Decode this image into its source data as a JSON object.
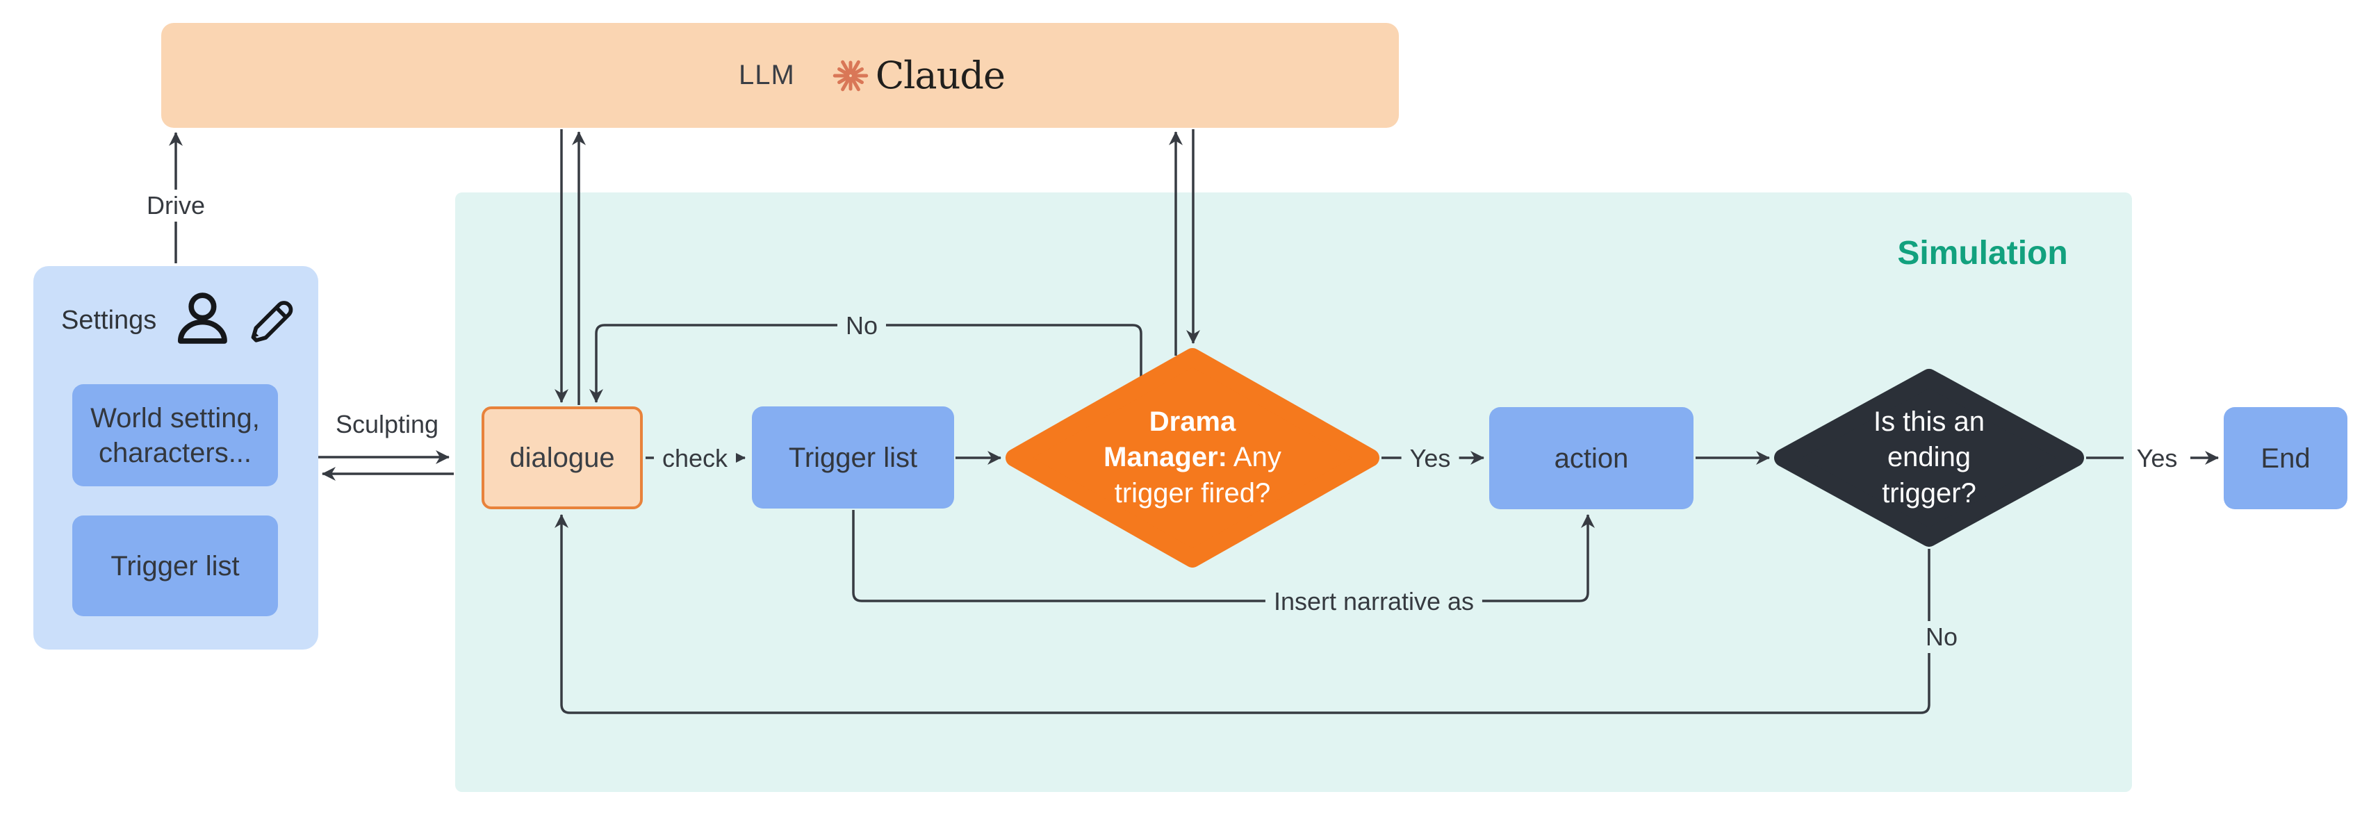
{
  "llm_bar": {
    "label": "LLM",
    "brand": "Claude"
  },
  "settings": {
    "title": "Settings",
    "item1": "World setting, characters...",
    "item2": "Trigger list"
  },
  "simulation": {
    "title": "Simulation"
  },
  "nodes": {
    "dialogue": "dialogue",
    "trigger_list": "Trigger list",
    "drama_manager_bold": "Drama Manager:",
    "drama_manager_rest": "Any trigger fired?",
    "action": "action",
    "ending_question": "Is this an ending trigger?",
    "end": "End"
  },
  "edges": {
    "drive": "Drive",
    "sculpting": "Sculpting",
    "check": "check",
    "no_top": "No",
    "yes_drama": "Yes",
    "insert_narrative": "Insert narrative as",
    "no_bottom": "No",
    "yes_end": "Yes"
  },
  "colors": {
    "llm_bar_bg": "#FAD5B2",
    "settings_bg": "#CBDFFA",
    "item_bg": "#85AEF2",
    "sim_bg": "#E1F4F2",
    "sim_title": "#12A17E",
    "drama_diamond": "#F5791D",
    "ending_diamond": "#2B3038",
    "dialogue_bg": "#FBD9BA",
    "dialogue_border": "#E8823B",
    "wire": "#373B42",
    "claude_logo": "#D97757"
  }
}
